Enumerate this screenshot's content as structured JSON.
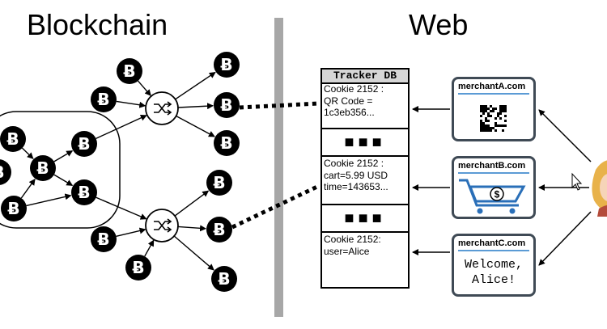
{
  "titles": {
    "left": "Blockchain",
    "right": "Web"
  },
  "tracker": {
    "header": "Tracker DB",
    "cookie_qr": "Cookie 2152 :\nQR Code =\n1c3eb356...",
    "dots": "■■■",
    "cookie_cart": "Cookie 2152 :\ncart=5.99 USD\ntime=143653...",
    "cookie_user": "Cookie 2152:\nuser=Alice"
  },
  "merchants": [
    {
      "name": "merchantA.com",
      "content": "qr-code-icon"
    },
    {
      "name": "merchantB.com",
      "content": "shopping-cart-icon"
    },
    {
      "name": "merchantC.com",
      "welcome": "Welcome,\nAlice!"
    }
  ],
  "node_symbol": "Ƀ",
  "colors": {
    "accent": "#5b9bd5",
    "divider": "#a7a7a7",
    "node": "#000000",
    "merchant_border": "#3f4a55"
  }
}
